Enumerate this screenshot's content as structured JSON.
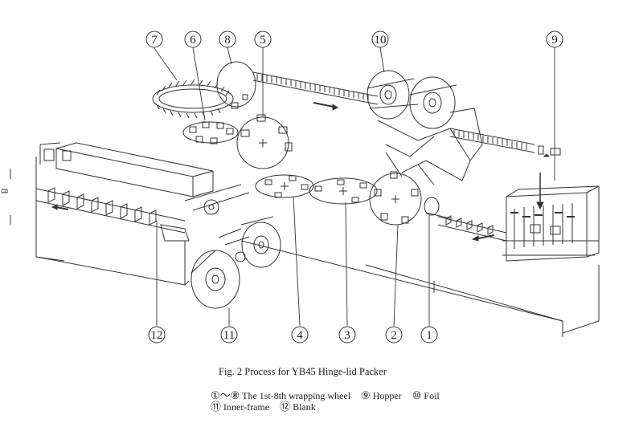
{
  "figure": {
    "caption": "Fig. 2 Process for YB45 Hinge-lid Packer",
    "side_mark": "8",
    "legend": {
      "line1": [
        {
          "symbol": "①～⑧",
          "text": "The 1st-8th wrapping wheel"
        },
        {
          "symbol": "⑨",
          "text": "Hopper"
        },
        {
          "symbol": "⑩",
          "text": "Foil"
        }
      ],
      "line2": [
        {
          "symbol": "⑪",
          "text": "Inner-frame"
        },
        {
          "symbol": "⑫",
          "text": "Blank"
        }
      ]
    },
    "callouts": {
      "c1": "1",
      "c2": "2",
      "c3": "3",
      "c4": "4",
      "c5": "5",
      "c6": "6",
      "c7": "7",
      "c8": "8",
      "c9": "9",
      "c10": "10",
      "c11": "11",
      "c12": "12"
    },
    "colors": {
      "line": "#333333",
      "paper": "#ffffff"
    }
  }
}
